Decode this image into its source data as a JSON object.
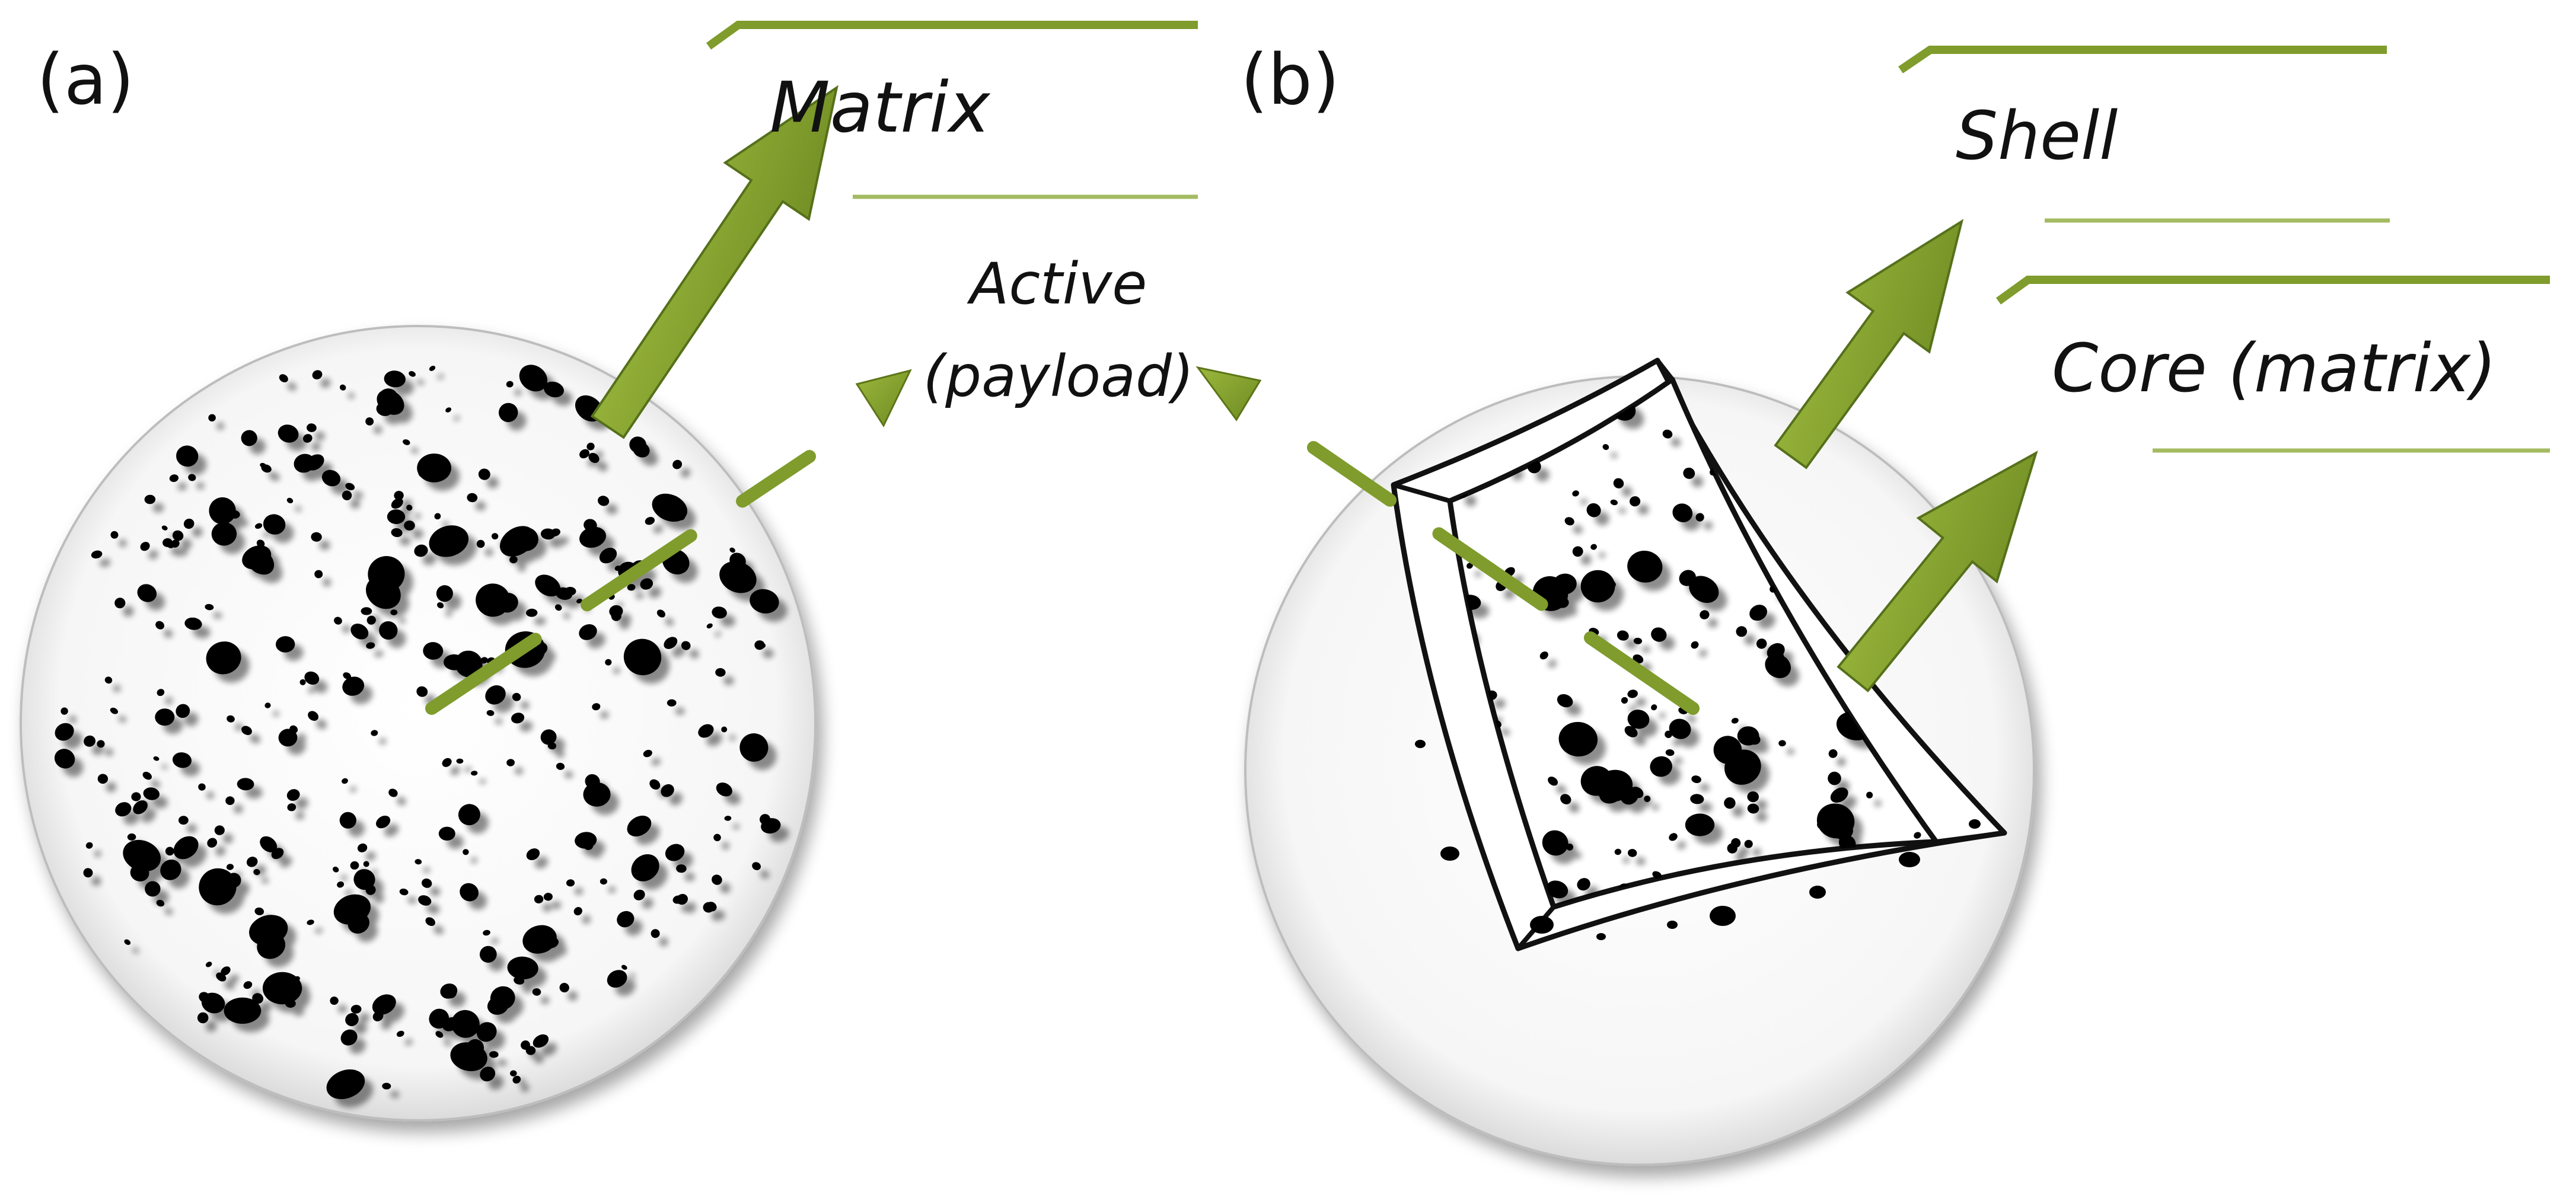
{
  "panels": {
    "a": {
      "label": "(a)",
      "matrix_label": "Matrix"
    },
    "b": {
      "label": "(b)",
      "shell_label": "Shell",
      "core_label": "Core (matrix)"
    }
  },
  "active": {
    "line1": "Active",
    "line2": "(payload)"
  },
  "colors": {
    "accent_green": "#7f9c2c",
    "dot": "#000000",
    "sphere_edge": "#b5b5b5"
  }
}
